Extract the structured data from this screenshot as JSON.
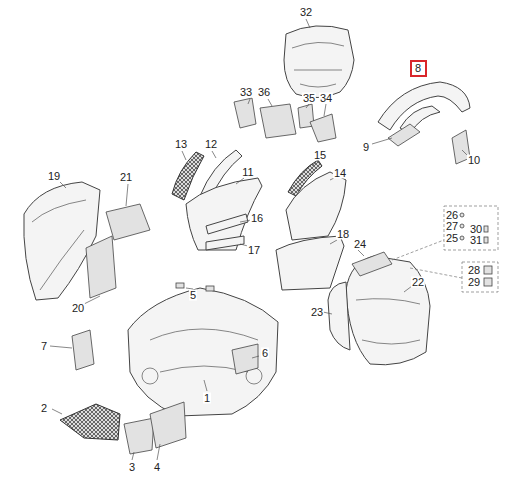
{
  "diagram": {
    "nodes": [
      {
        "text": [
          "8"
        ]
      }
    ],
    "labels": [
      "32",
      "33",
      "36",
      "35",
      "34",
      "9",
      "10",
      "13",
      "12",
      "11",
      "15",
      "19",
      "21",
      "16",
      "14",
      "17",
      "26",
      "27",
      "30",
      "25",
      "31",
      "18",
      "24",
      "28",
      "29",
      "20",
      "22",
      "23",
      "7",
      "5",
      "6",
      "1",
      "2",
      "3",
      "4"
    ]
  }
}
